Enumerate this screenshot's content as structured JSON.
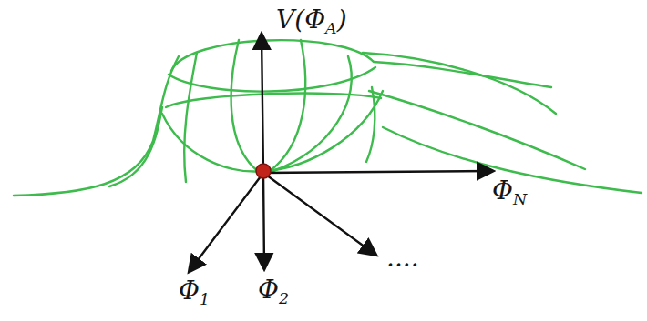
{
  "diagram": {
    "labels": [
      "V(ΦA)",
      "ΦN",
      "Φ1",
      "Φ2",
      "...."
    ]
  }
}
